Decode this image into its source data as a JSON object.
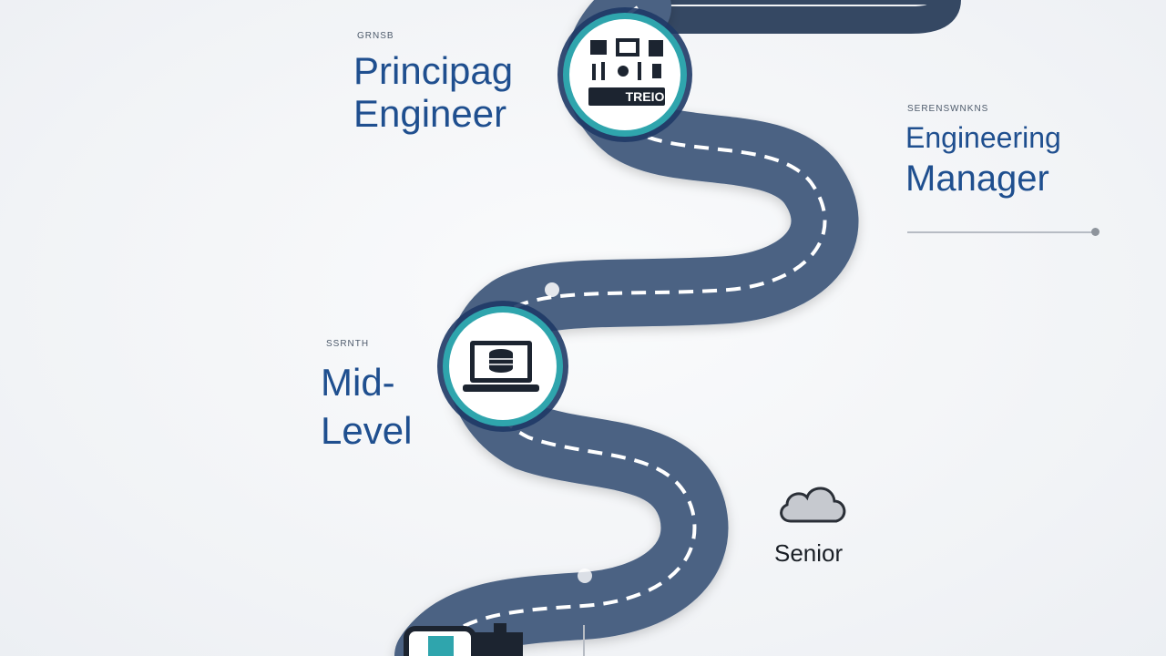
{
  "milestones": {
    "principal": {
      "title_line1": "Principag",
      "title_line2": "Engineer",
      "caption": "GRNSB"
    },
    "manager": {
      "title_line1": "Engineering",
      "title_line2": "Manager",
      "caption": "SERENSWNKNS"
    },
    "mid": {
      "title_line1": "Mid-",
      "title_line2": "Level",
      "caption": "SSRNTH"
    },
    "senior": {
      "title": "Senior"
    }
  },
  "icons": {
    "principal": "tools-dashboard-icon",
    "mid": "laptop-database-icon",
    "senior": "cloud-icon",
    "bottom": "devices-icon"
  },
  "badge_text": "TREIO",
  "colors": {
    "road": "#4b6283",
    "road_edge": "#3f5576",
    "top_segment": "#354863",
    "dash": "#ffffff",
    "badge_ring": "#2fa5ad",
    "badge_outer": "#1f3a66",
    "label_blue": "#1f4f8f",
    "cloud": "#c6c9cf"
  }
}
